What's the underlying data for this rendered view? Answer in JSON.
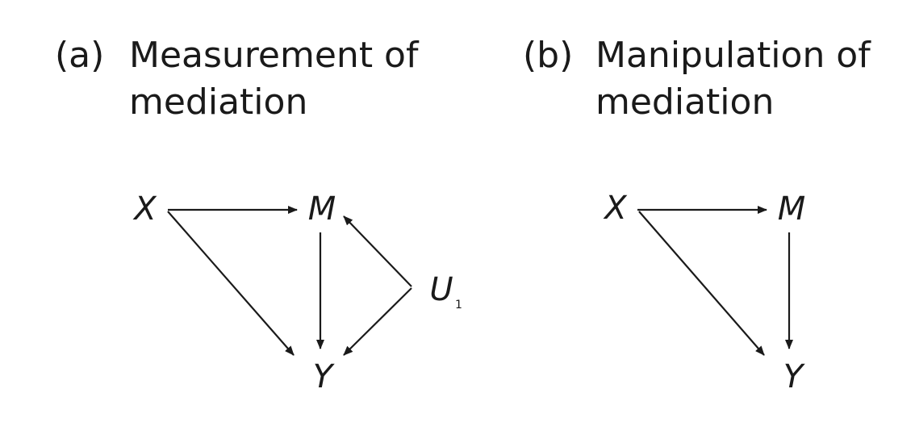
{
  "panels": [
    {
      "tag": "(a)",
      "title_line1": "Measurement of",
      "title_line2": "mediation",
      "nodes": {
        "x": "X",
        "m": "M",
        "y": "Y",
        "u": "U",
        "u_sub": "1"
      }
    },
    {
      "tag": "(b)",
      "title_line1": "Manipulation of",
      "title_line2": "mediation",
      "nodes": {
        "x": "X",
        "m": "M",
        "y": "Y"
      }
    }
  ],
  "colors": {
    "ink": "#1a1a1a",
    "background": "#ffffff"
  }
}
